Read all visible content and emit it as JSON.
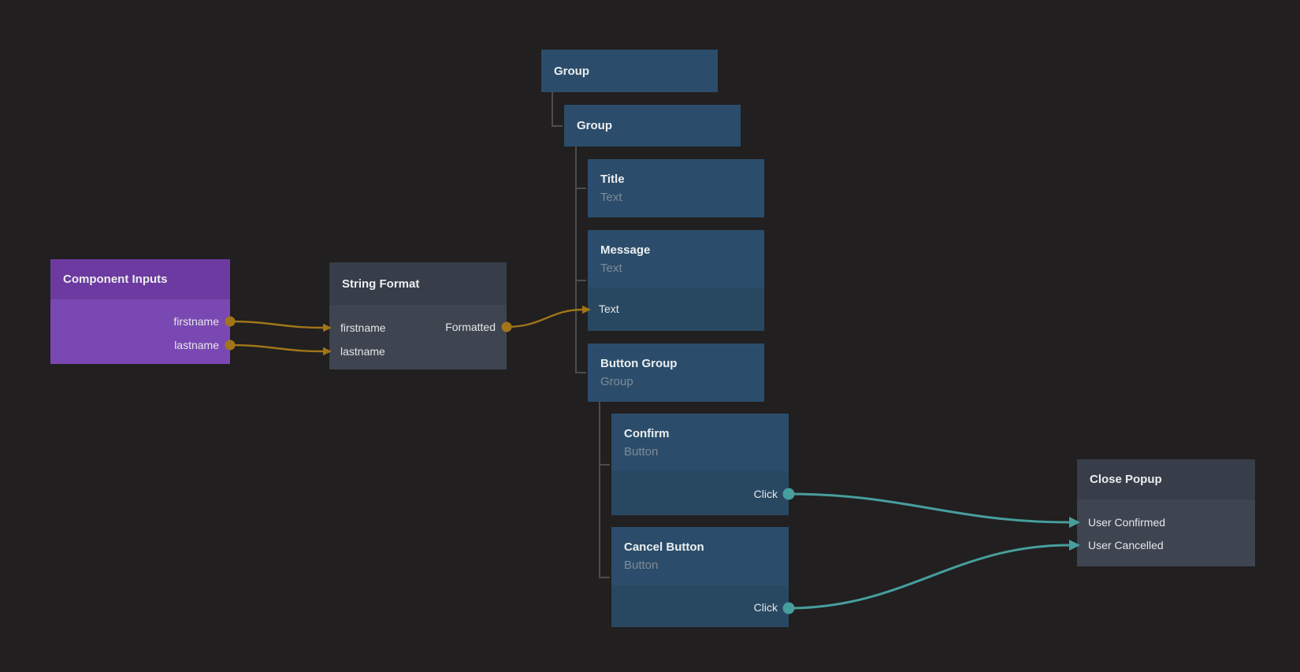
{
  "canvas": {
    "background": "#211F1F",
    "kind": "node-graph-editor"
  },
  "colors": {
    "background": "#211F1F",
    "node_blue_header": "#2B4D6B",
    "node_blue_body": "#284862",
    "node_gray_header": "#373D49",
    "node_gray_body": "#3E4450",
    "node_purple_header": "#6C3AA0",
    "node_purple_body": "#7A48B2",
    "wire_data": "#A1751A",
    "wire_signal": "#479E9D",
    "tree_line": "#4D4D4D",
    "title_text": "#ECEEF0",
    "subtitle_text": "#7F8B97",
    "port_text": "#E4E7E9"
  },
  "nodes": [
    {
      "id": "component-inputs",
      "title": "Component Inputs",
      "outputs": [
        "firstname",
        "lastname"
      ]
    },
    {
      "id": "string-format",
      "title": "String Format",
      "inputs": [
        "firstname",
        "lastname"
      ],
      "outputs": [
        "Formatted"
      ]
    },
    {
      "id": "group-outer",
      "title": "Group"
    },
    {
      "id": "group-inner",
      "title": "Group"
    },
    {
      "id": "title",
      "title": "Title",
      "subtitle": "Text"
    },
    {
      "id": "message",
      "title": "Message",
      "subtitle": "Text",
      "inputs": [
        "Text"
      ]
    },
    {
      "id": "button-group",
      "title": "Button Group",
      "subtitle": "Group"
    },
    {
      "id": "confirm",
      "title": "Confirm",
      "subtitle": "Button",
      "outputs": [
        "Click"
      ]
    },
    {
      "id": "cancel-button",
      "title": "Cancel Button",
      "subtitle": "Button",
      "outputs": [
        "Click"
      ]
    },
    {
      "id": "close-popup",
      "title": "Close Popup",
      "inputs": [
        "User Confirmed",
        "User Cancelled"
      ]
    }
  ],
  "connections": [
    {
      "from": "Component Inputs.firstname",
      "to": "String Format.firstname",
      "kind": "data"
    },
    {
      "from": "Component Inputs.lastname",
      "to": "String Format.lastname",
      "kind": "data"
    },
    {
      "from": "String Format.Formatted",
      "to": "Message.Text",
      "kind": "data"
    },
    {
      "from": "Confirm.Click",
      "to": "Close Popup.User Confirmed",
      "kind": "signal"
    },
    {
      "from": "Cancel Button.Click",
      "to": "Close Popup.User Cancelled",
      "kind": "signal"
    }
  ],
  "hierarchy": [
    {
      "parent": "Group (outer)",
      "children": [
        "Group (inner)"
      ]
    },
    {
      "parent": "Group (inner)",
      "children": [
        "Title",
        "Message",
        "Button Group"
      ]
    },
    {
      "parent": "Button Group",
      "children": [
        "Confirm",
        "Cancel Button"
      ]
    }
  ]
}
